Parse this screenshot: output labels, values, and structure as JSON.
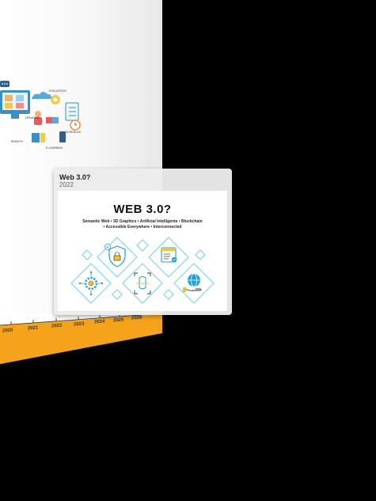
{
  "card": {
    "title": "Web 3.0?",
    "year": "2022",
    "image": {
      "heading": "WEB 3.0?",
      "subtitle_line1": "Semantic Web • 3D Graphics • Artificial Intelligente • Blockchain",
      "subtitle_line2": "• Accessible Everywhere • Interconnected",
      "icons": [
        "shield-lock-icon",
        "document-check-icon",
        "gear-network-icon",
        "face-scan-icon",
        "globe-hand-icon"
      ]
    }
  },
  "timeline": {
    "ticks": [
      "2020",
      "2021",
      "2022",
      "2023",
      "2024",
      "2025",
      "2026"
    ]
  },
  "illustration": {
    "labels": [
      "EVALUATION",
      "UPDATING",
      "SCHEDULE",
      "REMOTE",
      "E-LEARNING"
    ]
  },
  "colors": {
    "timeline_orange": "#f5a31a",
    "diamond_outline": "#7fd4ee",
    "icon_blue": "#1fa0d8",
    "icon_yellow": "#f2c230"
  }
}
